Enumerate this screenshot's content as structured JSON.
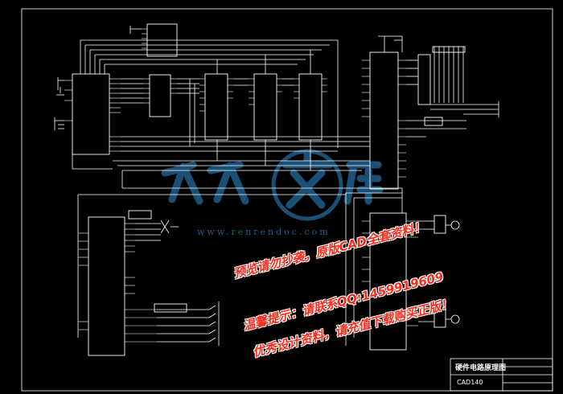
{
  "title_block": {
    "title": "硬件电路原理图",
    "drawing_no": "CAD140"
  },
  "watermark": {
    "logo_text": "人人文库",
    "url": "www.renrendoc.com",
    "line1": "预览请勿抄袭，原版CAD全套资料！",
    "line2": "温馨提示：请联系QQ:1459919609",
    "line3": "优秀设计资料，请充值下载购买正版！"
  },
  "colors": {
    "background": "#000000",
    "wire": "#ffffff",
    "watermark_red": "#ff2a1a",
    "logo_blue": "#1f5f8a"
  }
}
